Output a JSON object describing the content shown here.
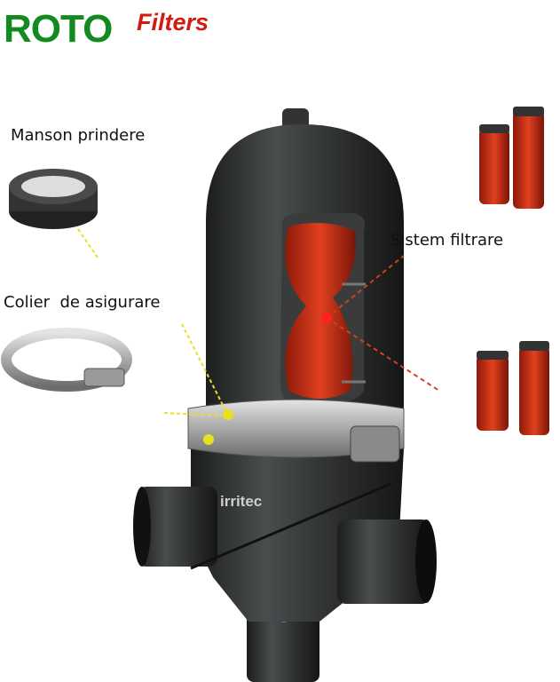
{
  "logo": {
    "brand": "ROTO",
    "suffix": "Filters",
    "brand_color": "#138a1f",
    "suffix_color": "#d21b10"
  },
  "labels": {
    "manson": "Manson prindere",
    "colier": "Colier  de asigurare",
    "sistem": "Sistem filtrare"
  },
  "product": {
    "body_text": "irritec"
  },
  "colors": {
    "body": "#2a2c2c",
    "filter": "#c52a12",
    "pointer_yellow": "#e8e020",
    "pointer_blue": "#1a8fd8"
  }
}
